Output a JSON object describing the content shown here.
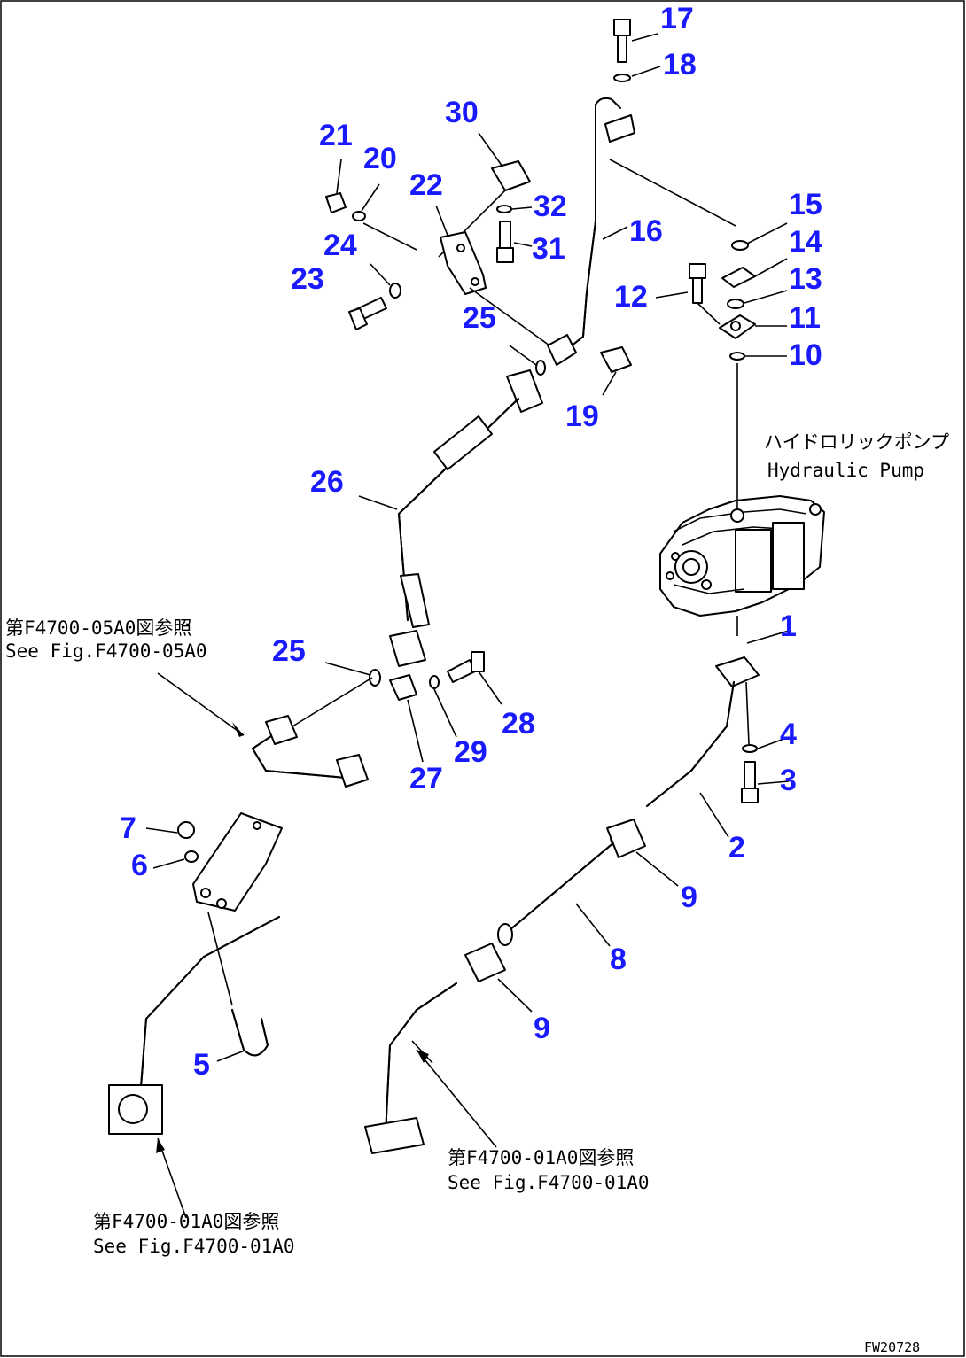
{
  "callouts": {
    "c1": "1",
    "c2": "2",
    "c3": "3",
    "c4": "4",
    "c5": "5",
    "c6": "6",
    "c7": "7",
    "c8": "8",
    "c9a": "9",
    "c9b": "9",
    "c10": "10",
    "c11": "11",
    "c12": "12",
    "c13": "13",
    "c14": "14",
    "c15": "15",
    "c16": "16",
    "c17": "17",
    "c18": "18",
    "c19": "19",
    "c20": "20",
    "c21": "21",
    "c22": "22",
    "c23": "23",
    "c24": "24",
    "c25a": "25",
    "c25b": "25",
    "c26": "26",
    "c27": "27",
    "c28": "28",
    "c29": "29",
    "c30": "30",
    "c31": "31",
    "c32": "32"
  },
  "notes": {
    "pump_jp": "ハイドロリックポンプ",
    "pump_en": "Hydraulic Pump",
    "ref_05a0_jp": "第F4700-05A0図参照",
    "ref_05a0_en": "See Fig.F4700-05A0",
    "ref_01a0_mid_jp": "第F4700-01A0図参照",
    "ref_01a0_mid_en": "See Fig.F4700-01A0",
    "ref_01a0_low_jp": "第F4700-01A0図参照",
    "ref_01a0_low_en": "See Fig.F4700-01A0",
    "drawing_id": "FW20728"
  },
  "colors": {
    "callout": "#1a1aff",
    "line": "#000000",
    "background": "#ffffff"
  }
}
